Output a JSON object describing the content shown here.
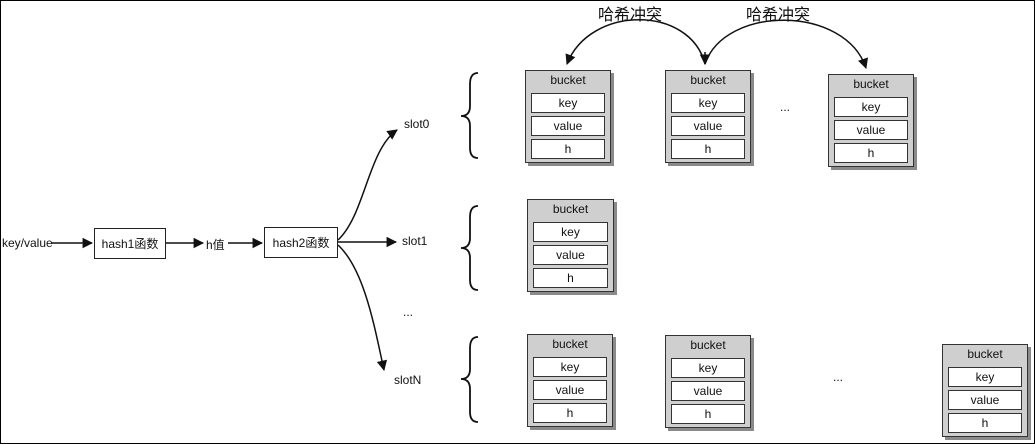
{
  "input": {
    "label": "key/value"
  },
  "hash1": {
    "label": "hash1函数"
  },
  "hvalue": {
    "label": "h值"
  },
  "hash2": {
    "label": "hash2函数"
  },
  "slots": [
    {
      "label": "slot0"
    },
    {
      "label": "slot1"
    },
    {
      "label": "..."
    },
    {
      "label": "slotN"
    }
  ],
  "collisions": [
    {
      "label": "哈希冲突"
    },
    {
      "label": "哈希冲突"
    }
  ],
  "bucket": {
    "title": "bucket",
    "key": "key",
    "value": "value",
    "h": "h"
  },
  "ellipses": [
    "...",
    "..."
  ]
}
